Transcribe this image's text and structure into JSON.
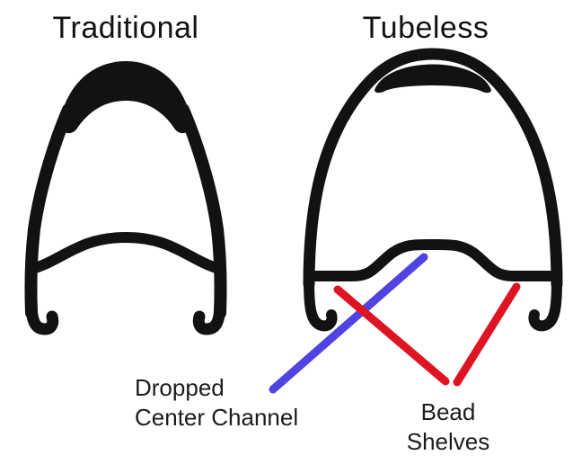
{
  "figure": {
    "type": "comparison-diagram",
    "subject": "Bicycle rim cross-sections"
  },
  "titles": {
    "left": "Traditional",
    "right": "Tubeless"
  },
  "annotations": {
    "dropped_center_channel": {
      "line1": "Dropped",
      "line2": "Center Channel",
      "pointer_color": "#5143e1",
      "points_to": "center hump of tubeless rim bed"
    },
    "bead_shelves": {
      "line1": "Bead",
      "line2": "Shelves",
      "pointer_color": "#de1422",
      "points_to": "left and right bead shelf of tubeless rim"
    }
  },
  "colors": {
    "ink": "#121212",
    "background": "#ffffff",
    "blue_line": "#5143e1",
    "red_line": "#de1422"
  }
}
